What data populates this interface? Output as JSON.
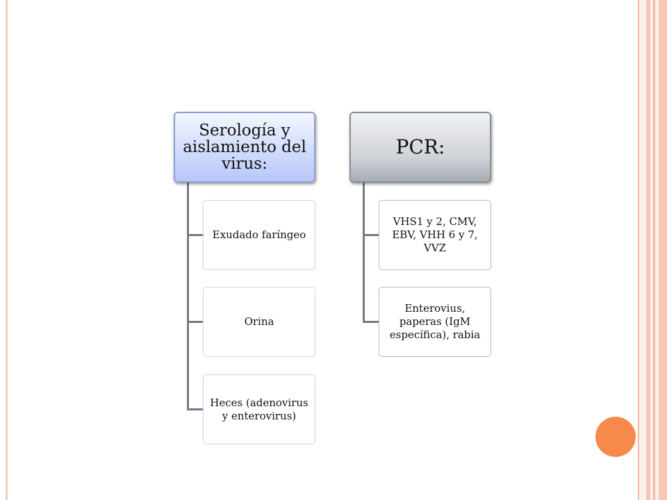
{
  "diagram": {
    "columns": [
      {
        "header": "Serología y aislamiento del virus:",
        "items": [
          "Exudado faríngeo",
          "Orina",
          "Heces (adenovirus y enterovirus)"
        ]
      },
      {
        "header": "PCR:",
        "items": [
          "VHS1 y 2, CMV, EBV, VHH 6 y 7, VVZ",
          "Enterovius, paperas (IgM específica), rabia"
        ]
      }
    ]
  },
  "colors": {
    "header_left_fill": "#c9d5fb",
    "header_right_fill": "#cfd2d7",
    "connector": "#727b87",
    "accent_circle": "#f58a4b",
    "frame": "#f4b9a4"
  }
}
